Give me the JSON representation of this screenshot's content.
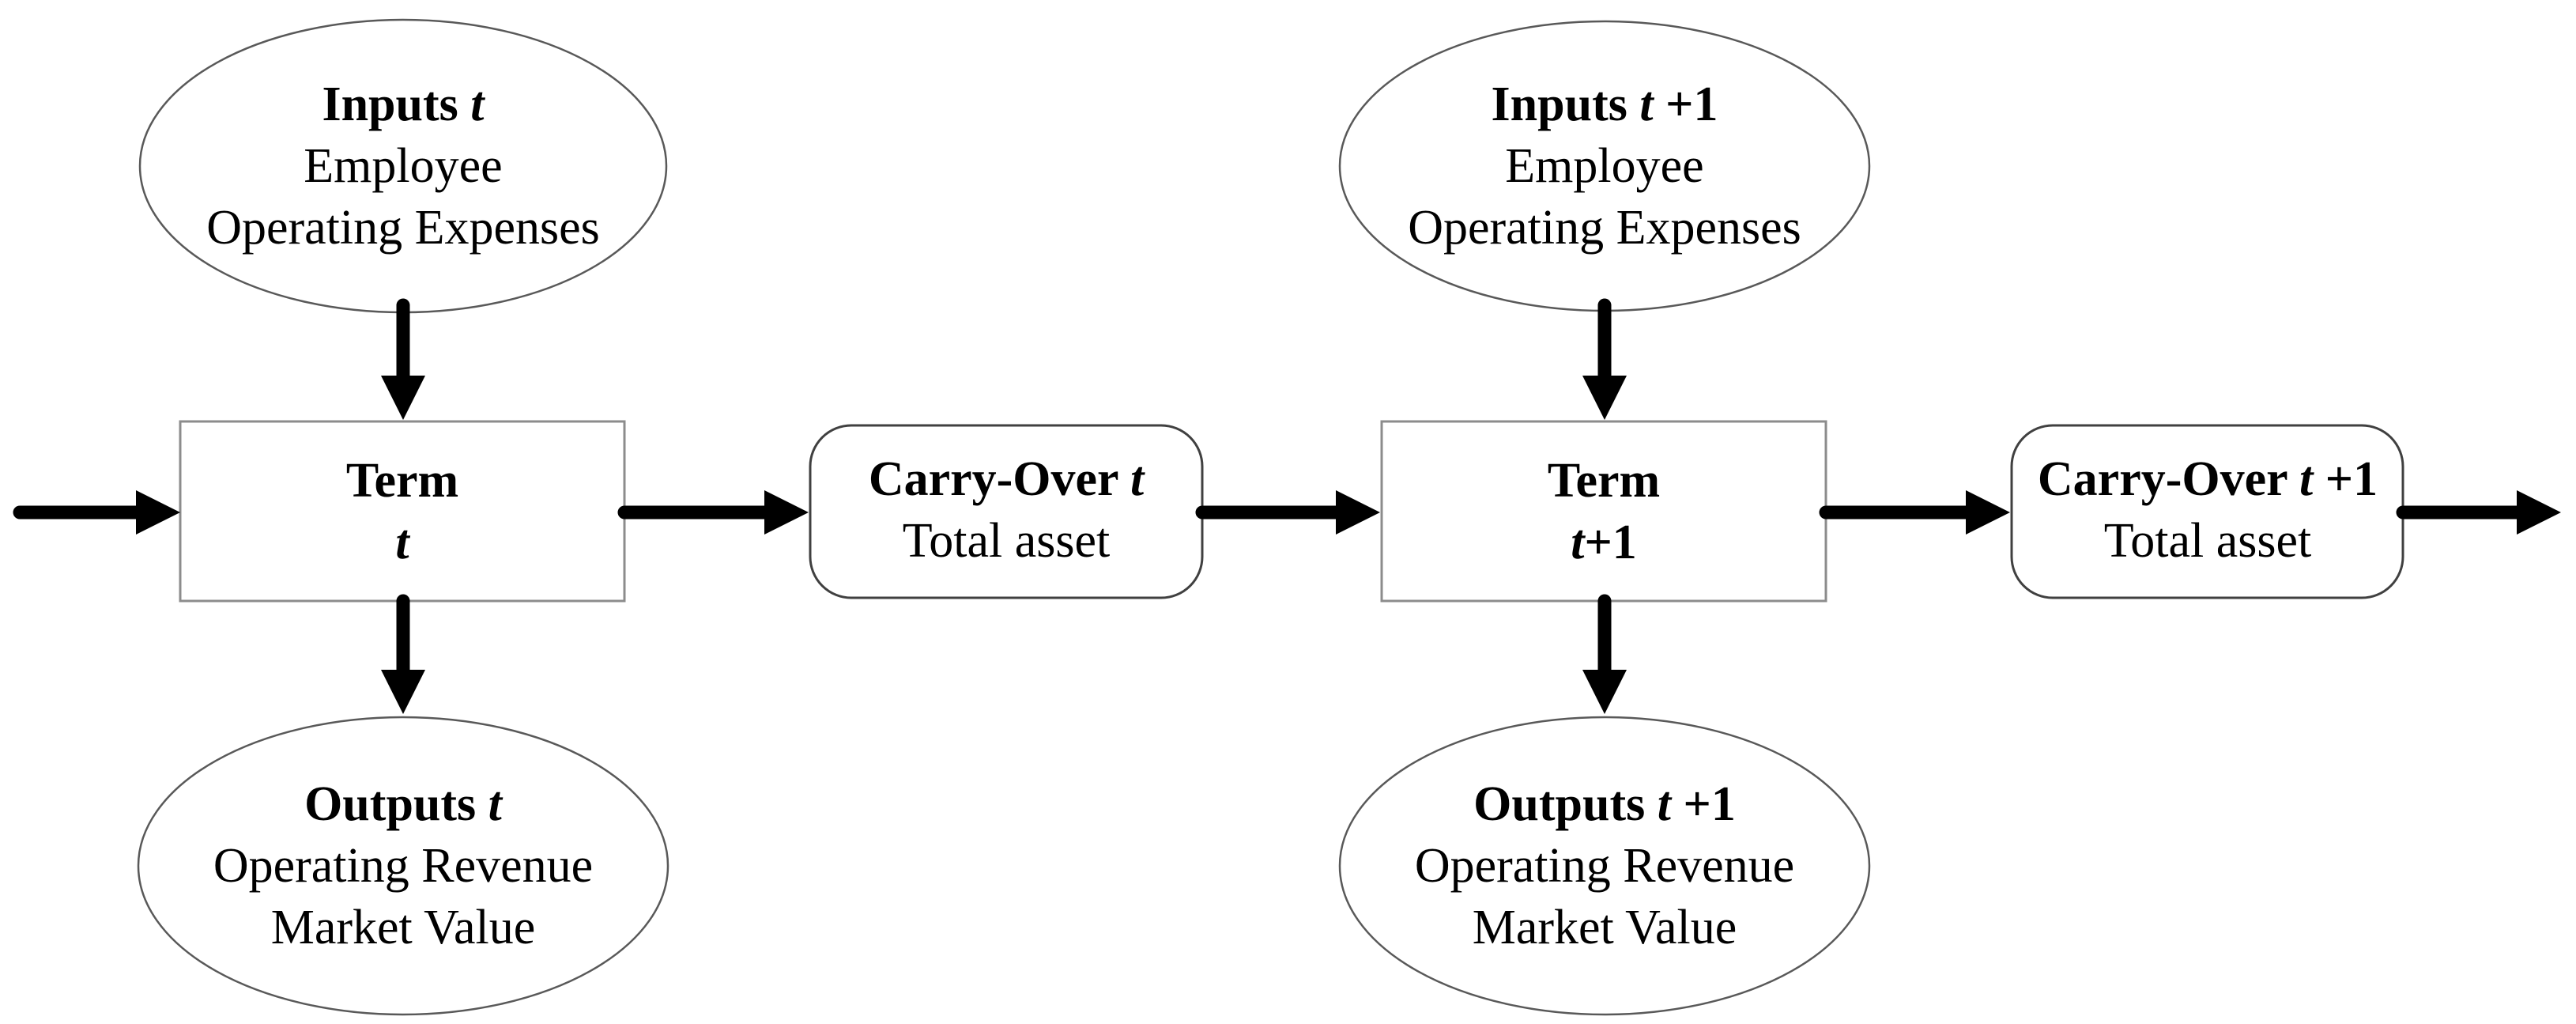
{
  "colors": {
    "background": "#ffffff",
    "text": "#000000",
    "arrow": "#000000",
    "ellipse_stroke": "#595959",
    "term_box_stroke": "#8c8c8c",
    "carryover_box_stroke": "#404040"
  },
  "nodes": {
    "inputs_t": {
      "title_main": "Inputs ",
      "title_var": "t",
      "title_suffix": "",
      "line1": "Employee",
      "line2": "Operating Expenses"
    },
    "inputs_t1": {
      "title_main": "Inputs ",
      "title_var": "t",
      "title_suffix": " +1",
      "line1": "Employee",
      "line2": "Operating Expenses"
    },
    "term_t": {
      "title": "Term",
      "var": "t",
      "var_suffix": ""
    },
    "term_t1": {
      "title": "Term",
      "var": "t",
      "var_suffix": "+1"
    },
    "carryover_t": {
      "title_main": "Carry-Over ",
      "title_var": "t",
      "title_suffix": "",
      "line1": "Total asset"
    },
    "carryover_t1": {
      "title_main": "Carry-Over ",
      "title_var": "t",
      "title_suffix": " +1",
      "line1": "Total asset"
    },
    "outputs_t": {
      "title_main": "Outputs ",
      "title_var": "t",
      "title_suffix": "",
      "line1": "Operating Revenue",
      "line2": "Market Value"
    },
    "outputs_t1": {
      "title_main": "Outputs ",
      "title_var": "t",
      "title_suffix": " +1",
      "line1": "Operating Revenue",
      "line2": "Market Value"
    }
  }
}
